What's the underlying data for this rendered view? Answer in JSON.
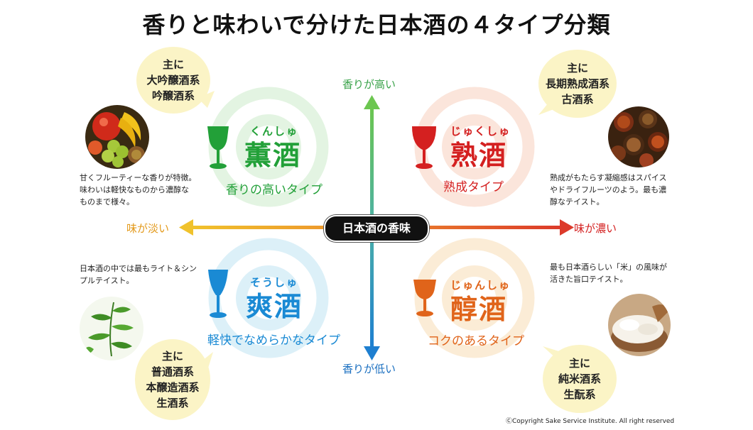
{
  "title": "香りと味わいで分けた日本酒の４タイプ分類",
  "center_label": "日本酒の香味",
  "axes": {
    "top": "香りが高い",
    "bottom": "香りが低い",
    "left": "味が淡い",
    "right": "味が濃い"
  },
  "types": {
    "kunshu": {
      "furigana": "くんしゅ",
      "name": "薫酒",
      "subtitle": "香りの高いタイプ",
      "bubble": [
        "主に",
        "大吟醸酒系",
        "吟醸酒系"
      ],
      "description": [
        "甘くフルーティーな香りが特徴。",
        "味わいは軽快なものから濃醇な",
        "ものまで様々。"
      ],
      "color": "#22a038"
    },
    "jukushu": {
      "furigana": "じゅくしゅ",
      "name": "熟酒",
      "subtitle": "熟成タイプ",
      "bubble": [
        "主に",
        "長期熟成酒系",
        "古酒系"
      ],
      "description": [
        "熟成がもたらす凝縮感はスパイス",
        "やドライフルーツのよう。最も濃",
        "醇なテイスト。"
      ],
      "color": "#d42020"
    },
    "soushu": {
      "furigana": "そうしゅ",
      "name": "爽酒",
      "subtitle": "軽快でなめらかなタイプ",
      "bubble": [
        "主に",
        "普通酒系",
        "本醸造酒系",
        "生酒系"
      ],
      "description": [
        "日本酒の中では最もライト＆シン",
        "プルテイスト。"
      ],
      "color": "#1a8ad4"
    },
    "junshu": {
      "furigana": "じゅんしゅ",
      "name": "醇酒",
      "subtitle": "コクのあるタイプ",
      "bubble": [
        "主に",
        "純米酒系",
        "生酛系"
      ],
      "description": [
        "最も日本酒らしい「米」の風味が",
        "活きた旨口テイスト。"
      ],
      "color": "#e0641a"
    }
  },
  "icons": {
    "fruit": "fruit-basket-icon",
    "spice": "spice-jars-icon",
    "herb": "herb-leaves-icon",
    "rice": "rice-bowl-icon",
    "glass": "wine-glass-icon"
  },
  "copyright": "ⒸCopyright Sake Service Institute. All right reserved"
}
